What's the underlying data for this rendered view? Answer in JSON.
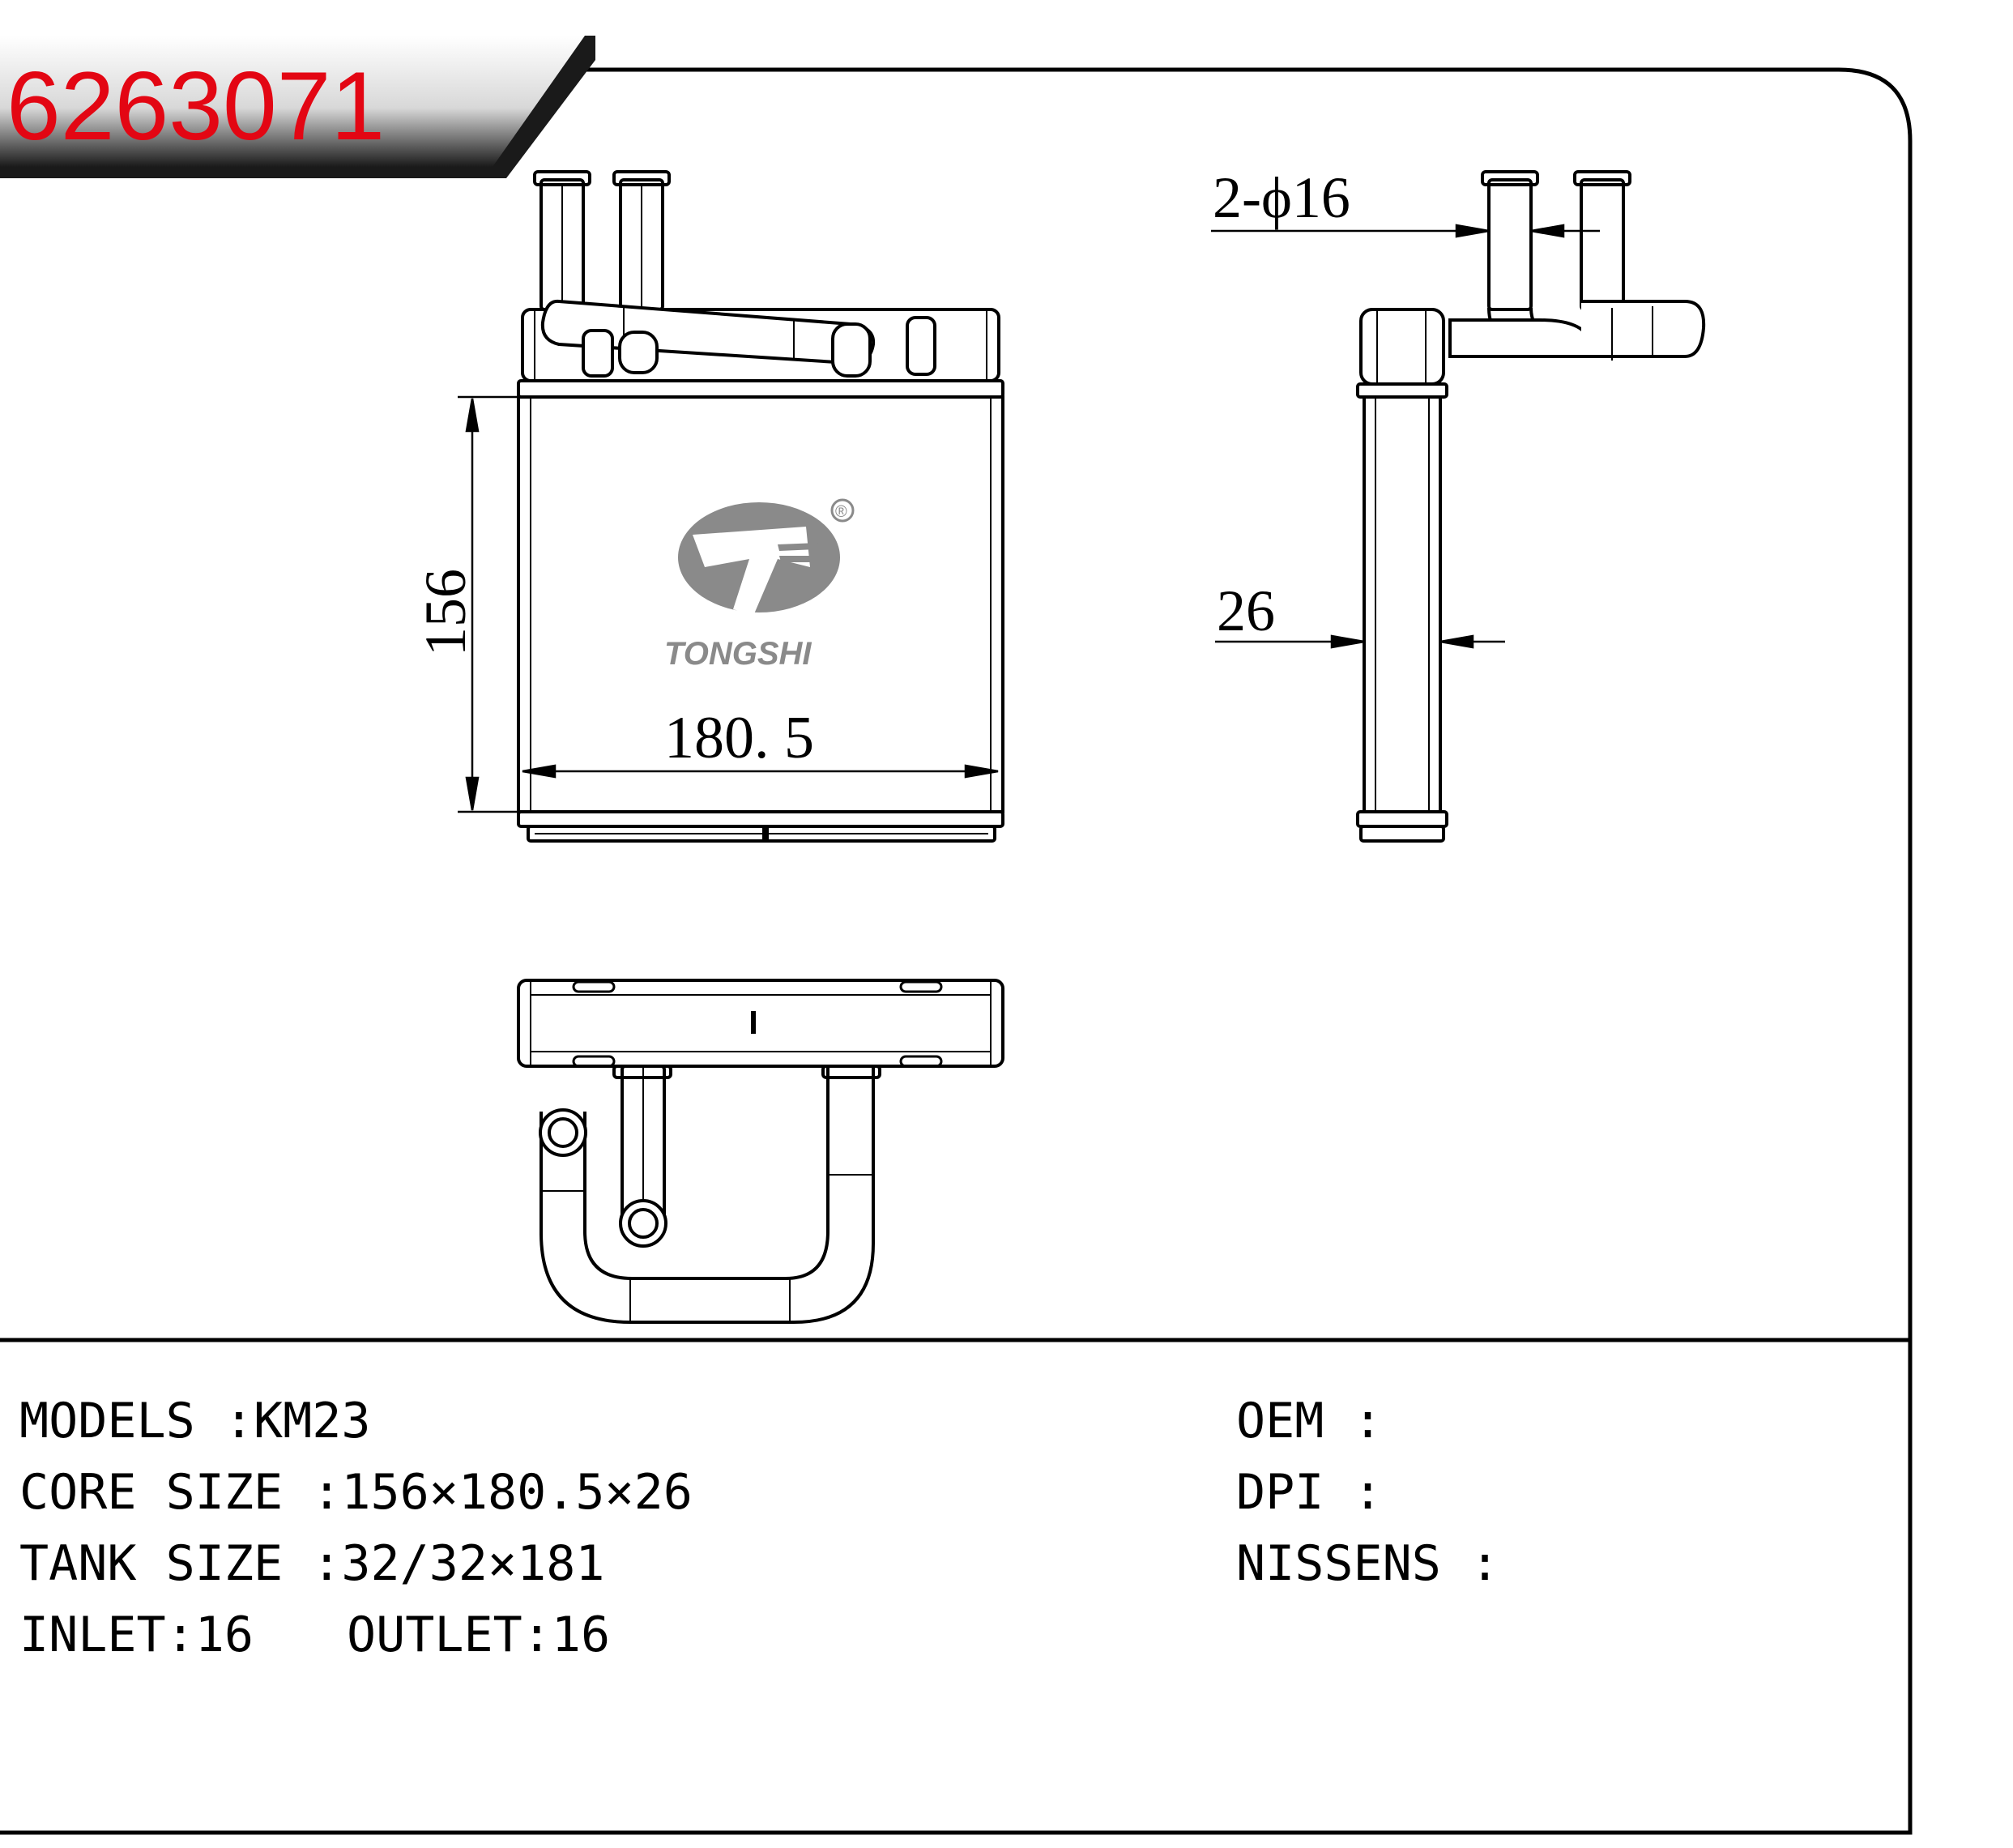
{
  "part_number": "6263071",
  "dimensions": {
    "height": "156",
    "width": "180. 5",
    "depth": "26",
    "pipe": "2-ϕ16"
  },
  "logo": {
    "brand": "TONGSHI",
    "registered_mark": "®"
  },
  "specs_left": [
    {
      "label": "MODELS",
      "sep": " :",
      "value": "KM23"
    },
    {
      "label": "CORE SIZE",
      "sep": " :",
      "value": "156×180.5×26"
    },
    {
      "label": "TANK SIZE",
      "sep": " :",
      "value": "32/32×181"
    },
    {
      "label": "INLET",
      "sep": ":",
      "value": "16"
    }
  ],
  "outlet": {
    "label": "OUTLET",
    "sep": ":",
    "value": "16"
  },
  "specs_right": [
    {
      "label": "OEM",
      "sep": " :",
      "value": ""
    },
    {
      "label": "DPI",
      "sep": " :",
      "value": ""
    },
    {
      "label": "NISSENS",
      "sep": " :",
      "value": ""
    }
  ],
  "colors": {
    "part_number": "#e30613",
    "banner_dark": "#1a1a1a",
    "banner_light": "#ffffff",
    "logo_gray": "#8a8a8a"
  }
}
